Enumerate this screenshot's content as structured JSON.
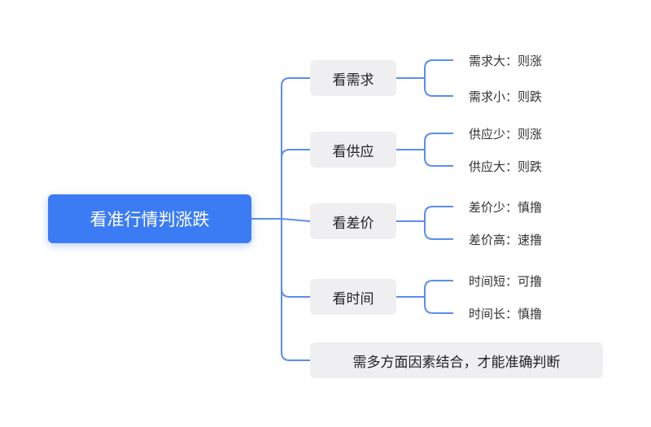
{
  "root": {
    "label": "看准行情判涨跌"
  },
  "branches": [
    {
      "label": "看需求",
      "children": [
        "需求大：则涨",
        "需求小：则跌"
      ]
    },
    {
      "label": "看供应",
      "children": [
        "供应少：则涨",
        "供应大：则跌"
      ]
    },
    {
      "label": "看差价",
      "children": [
        "差价少：慎撸",
        "差价高：速撸"
      ]
    },
    {
      "label": "看时间",
      "children": [
        "时间短：可撸",
        "时间长：慎撸"
      ]
    },
    {
      "label": "需多方面因素结合，才能准确判断",
      "children": []
    }
  ],
  "colors": {
    "root": "#3b7cf4",
    "branch_bg": "#efeff1",
    "connector": "#5b8def"
  }
}
